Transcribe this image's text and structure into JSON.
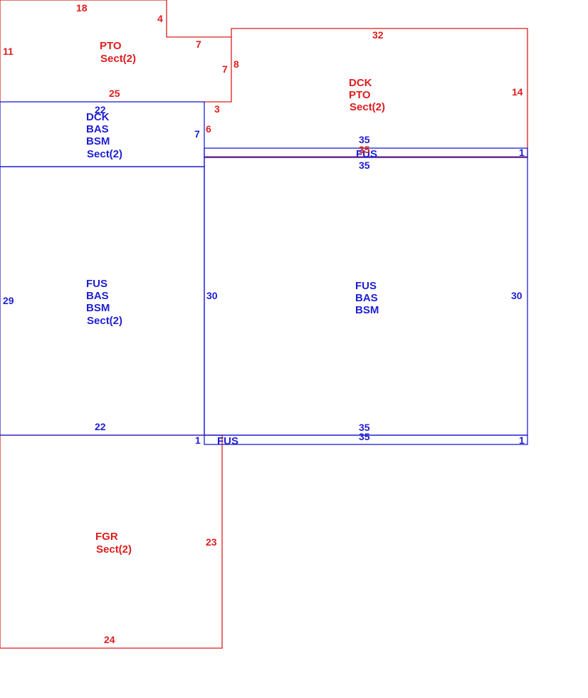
{
  "colors": {
    "red": "#dc1e1e",
    "blue": "#1e1ed2",
    "background": "#ffffff"
  },
  "areas": {
    "pto_left": [
      "PTO",
      "Sect(2)"
    ],
    "dck_pto_right": [
      "DCK",
      "PTO",
      "Sect(2)"
    ],
    "dck_bas_left": [
      "DCK",
      "BAS",
      "BSM",
      "Sect(2)"
    ],
    "fus_left": [
      "FUS",
      "BAS",
      "BSM",
      "Sect(2)"
    ],
    "fus_right": [
      "FUS",
      "BAS",
      "BSM"
    ],
    "fus_strip_top": [
      "FUS"
    ],
    "fus_strip_bottom": [
      "FUS"
    ],
    "fgr": [
      "FGR",
      "Sect(2)"
    ]
  },
  "dimensions": {
    "pto_top": "18",
    "pto_step_vertical": "4",
    "pto_step_horizontal": "7",
    "pto_left_side": "11",
    "pto_bottom": "25",
    "pto_right_inner": "7",
    "pto_right_outer": "8",
    "dck_top": "32",
    "dck_right": "14",
    "dck_small_3": "3",
    "dck_small_6": "6",
    "dck_bottom": "35",
    "dck_bas_top": "22",
    "dck_bas_right": "7",
    "fus_strip_top_upper": "35",
    "fus_strip_top_lower": "35",
    "fus_strip_top_right": "1",
    "fus_left_side": "29",
    "fus_left_right_side": "30",
    "fus_right_right_side": "30",
    "fus_left_bottom": "22",
    "fus_right_bottom_upper": "35",
    "fus_right_bottom_lower": "35",
    "fus_strip_bottom_left": "1",
    "fus_strip_bottom_right": "1",
    "fgr_right": "23",
    "fgr_bottom": "24"
  }
}
